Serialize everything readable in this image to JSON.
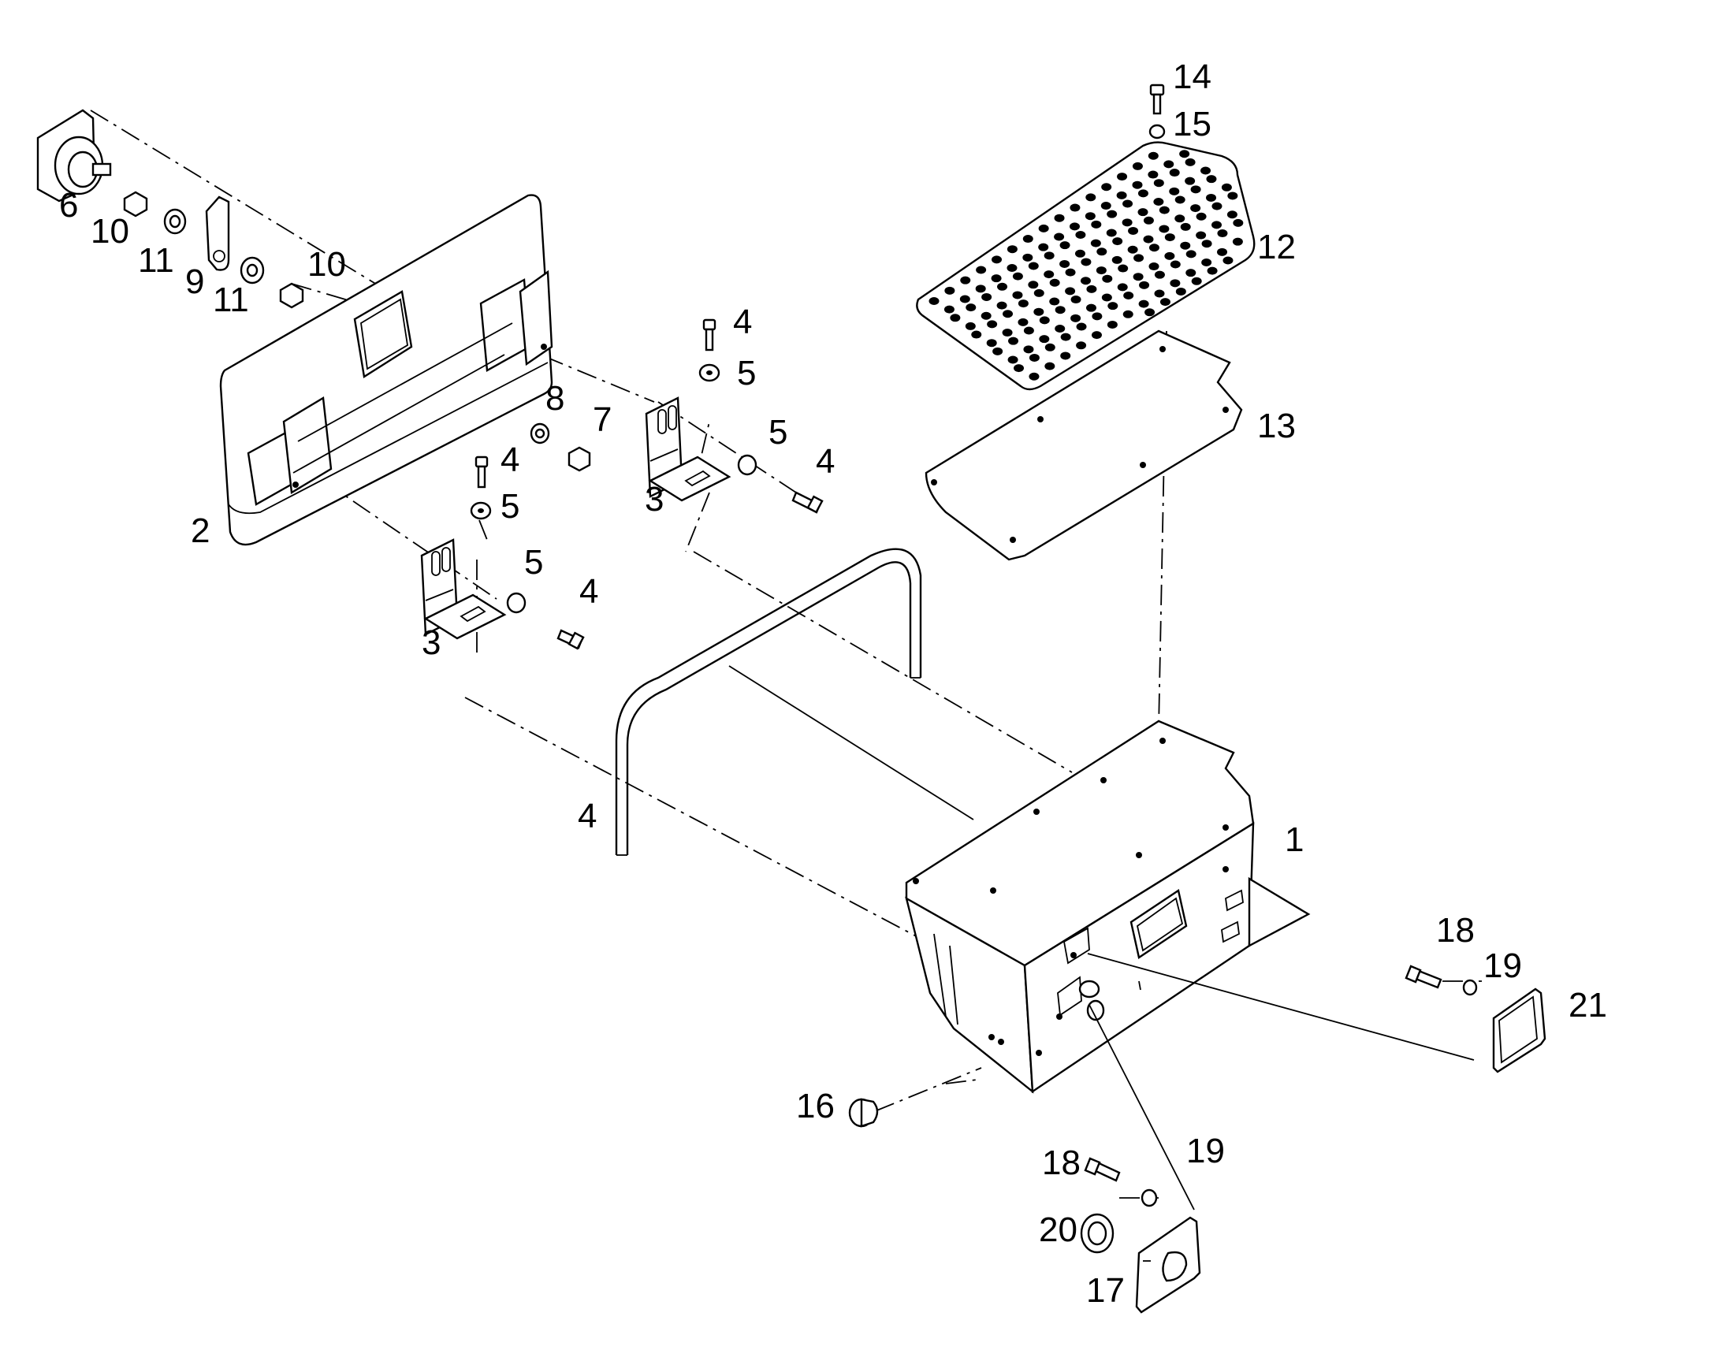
{
  "callouts": {
    "c1": "1",
    "c2": "2",
    "c3a": "3",
    "c3b": "3",
    "c4a": "4",
    "c4b": "4",
    "c4c": "4",
    "c4d": "4",
    "c4e": "4",
    "c5a": "5",
    "c5b": "5",
    "c5c": "5",
    "c5d": "5",
    "c6": "6",
    "c7": "7",
    "c8": "8",
    "c9": "9",
    "c10a": "10",
    "c10b": "10",
    "c11a": "11",
    "c11b": "11",
    "c12": "12",
    "c13": "13",
    "c14": "14",
    "c15": "15",
    "c16": "16",
    "c17": "17",
    "c18a": "18",
    "c18b": "18",
    "c19a": "19",
    "c19b": "19",
    "c20": "20",
    "c21": "21"
  }
}
